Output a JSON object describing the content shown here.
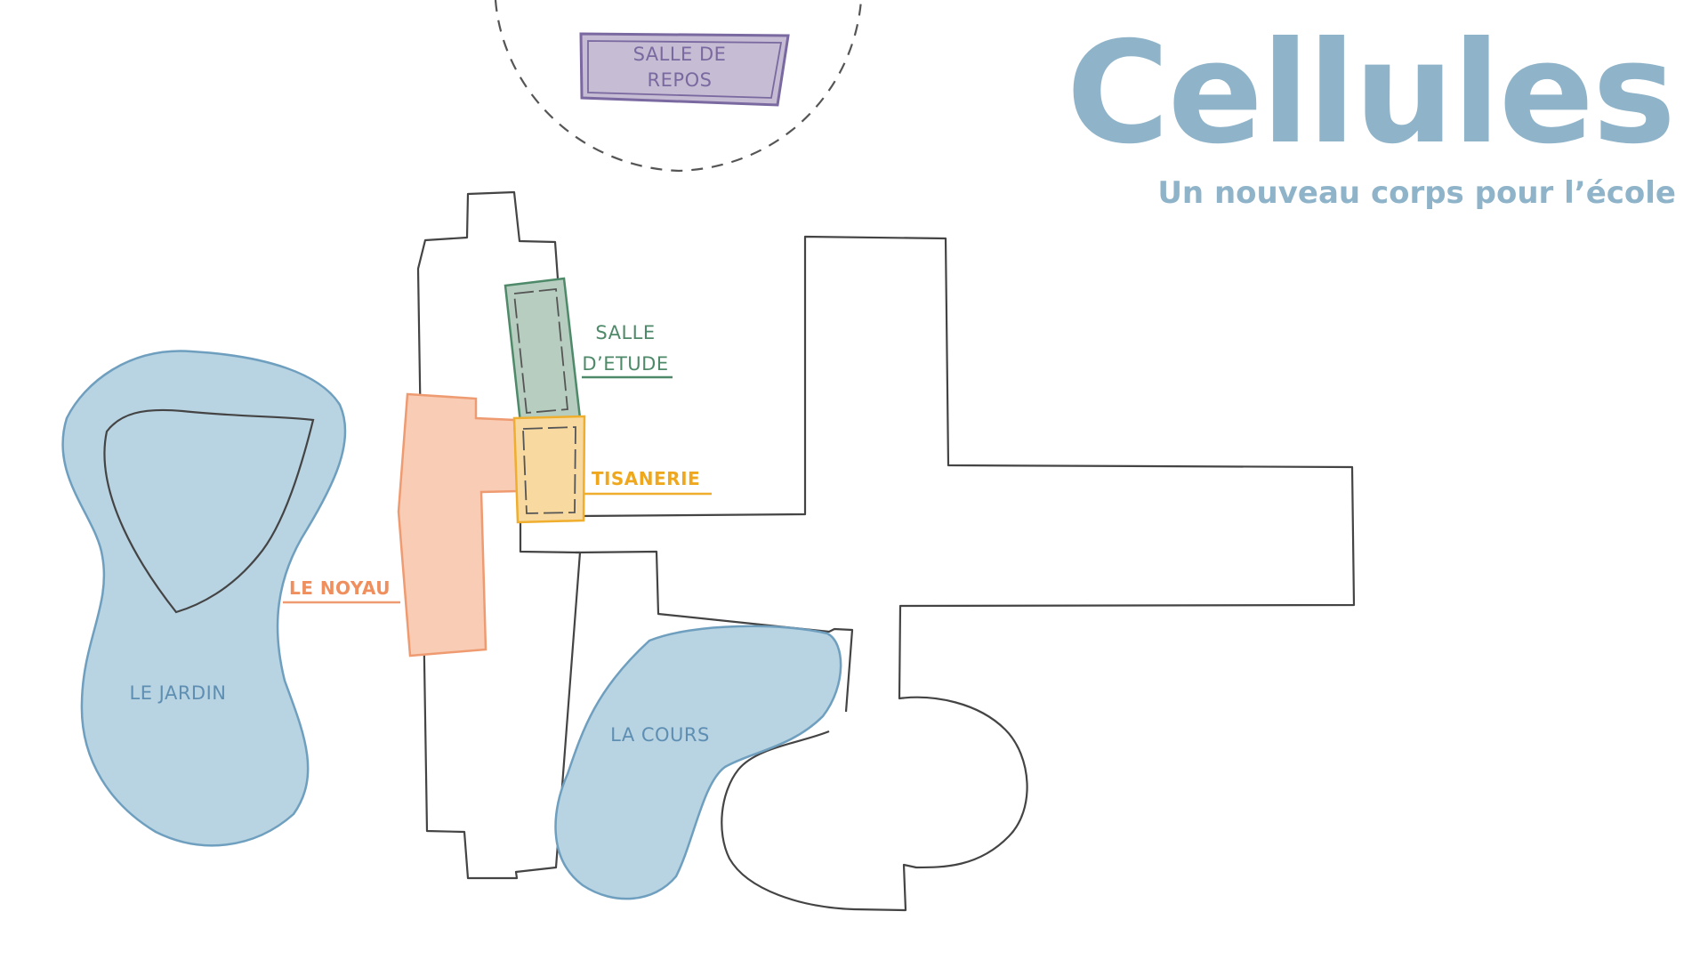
{
  "header": {
    "title": "Cellules",
    "subtitle": "Un nouveau corps pour l’école"
  },
  "labels": {
    "salle_repos": [
      "SALLE DE",
      "REPOS"
    ],
    "salle_etude": [
      "SALLE",
      "D’ETUDE"
    ],
    "tisanerie": "TISANERIE",
    "le_noyau": "LE NOYAU",
    "le_jardin": "LE JARDIN",
    "la_cours": "LA COURS"
  },
  "colors": {
    "title": "#8fb4c9",
    "water_fill": "#b8d3e2",
    "water_stroke": "#6f9fbf",
    "water_text": "#5e8fb3",
    "repos_fill": "#c6bcd3",
    "repos_stroke": "#7a69a0",
    "repos_text": "#7a69a0",
    "etude_fill": "#b6cdc0",
    "etude_stroke": "#4e8a69",
    "etude_text": "#4e8a69",
    "tisanerie_fill": "#f8d9a0",
    "tisanerie_stroke": "#efae2e",
    "tisanerie_text": "#efa81e",
    "noyau_fill": "#f9cdb5",
    "noyau_stroke": "#ef9b72",
    "noyau_text": "#ef8f5e",
    "outline": "#444444"
  }
}
